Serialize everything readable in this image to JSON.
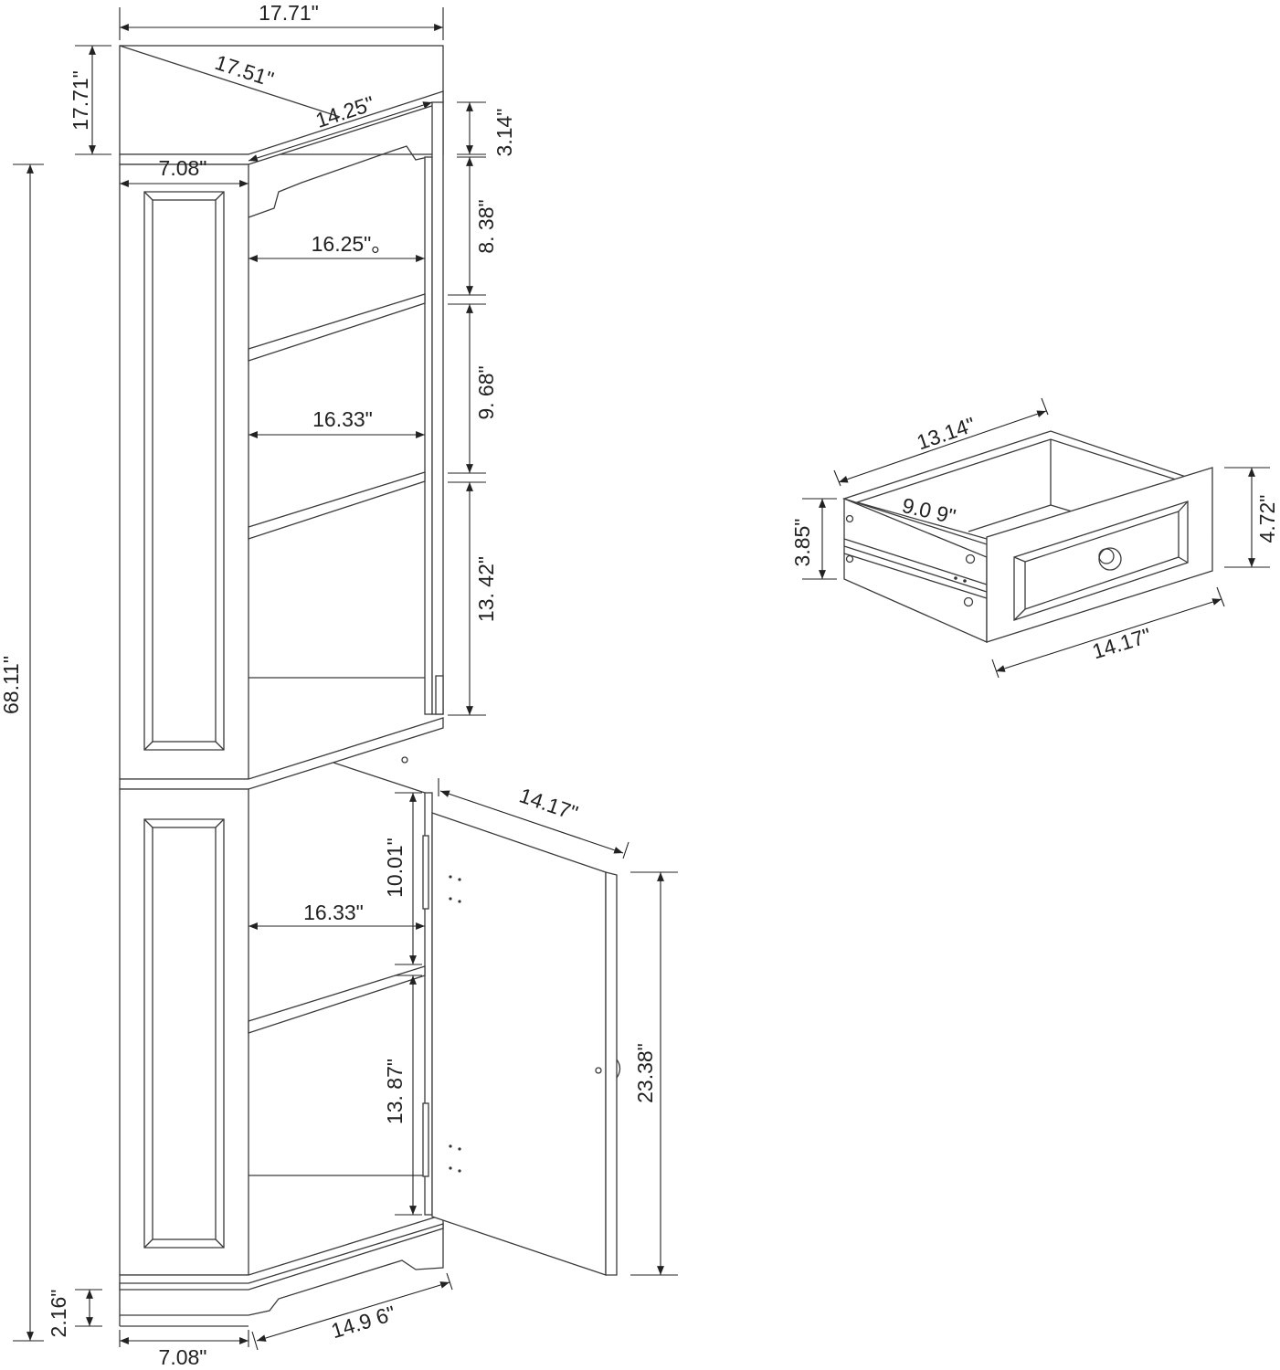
{
  "colors": {
    "line": "#3a3a3a",
    "dimension": "#222222",
    "background": "#ffffff"
  },
  "cabinet": {
    "top_width": "17.71\"",
    "top_depth": "17.71\"",
    "top_diagonal": "17.51\"",
    "top_front": "14.25\"",
    "top_side": "7.08\"",
    "overall_height": "68.11\"",
    "crown_height": "3.14\"",
    "shelf_gap_1": "8. 38\"",
    "shelf_gap_2": "9. 68\"",
    "shelf_gap_3": "13. 42\"",
    "shelf_width_1": "16.25\"。",
    "shelf_width_2": "16.33\"",
    "lower_shelf_width": "16.33\"",
    "lower_gap_1": "10.01\"",
    "lower_gap_2": "13. 87\"",
    "door_width": "14.17\"",
    "door_height": "23.38\"",
    "base_height": "2.16\"",
    "base_side": "7.08\"",
    "base_front": "14.9 6\""
  },
  "drawer": {
    "length": "13.14\"",
    "inner_depth": "9.0 9\"",
    "side_height": "3.85\"",
    "front_height": "4.72\"",
    "front_width": "14.17\""
  }
}
